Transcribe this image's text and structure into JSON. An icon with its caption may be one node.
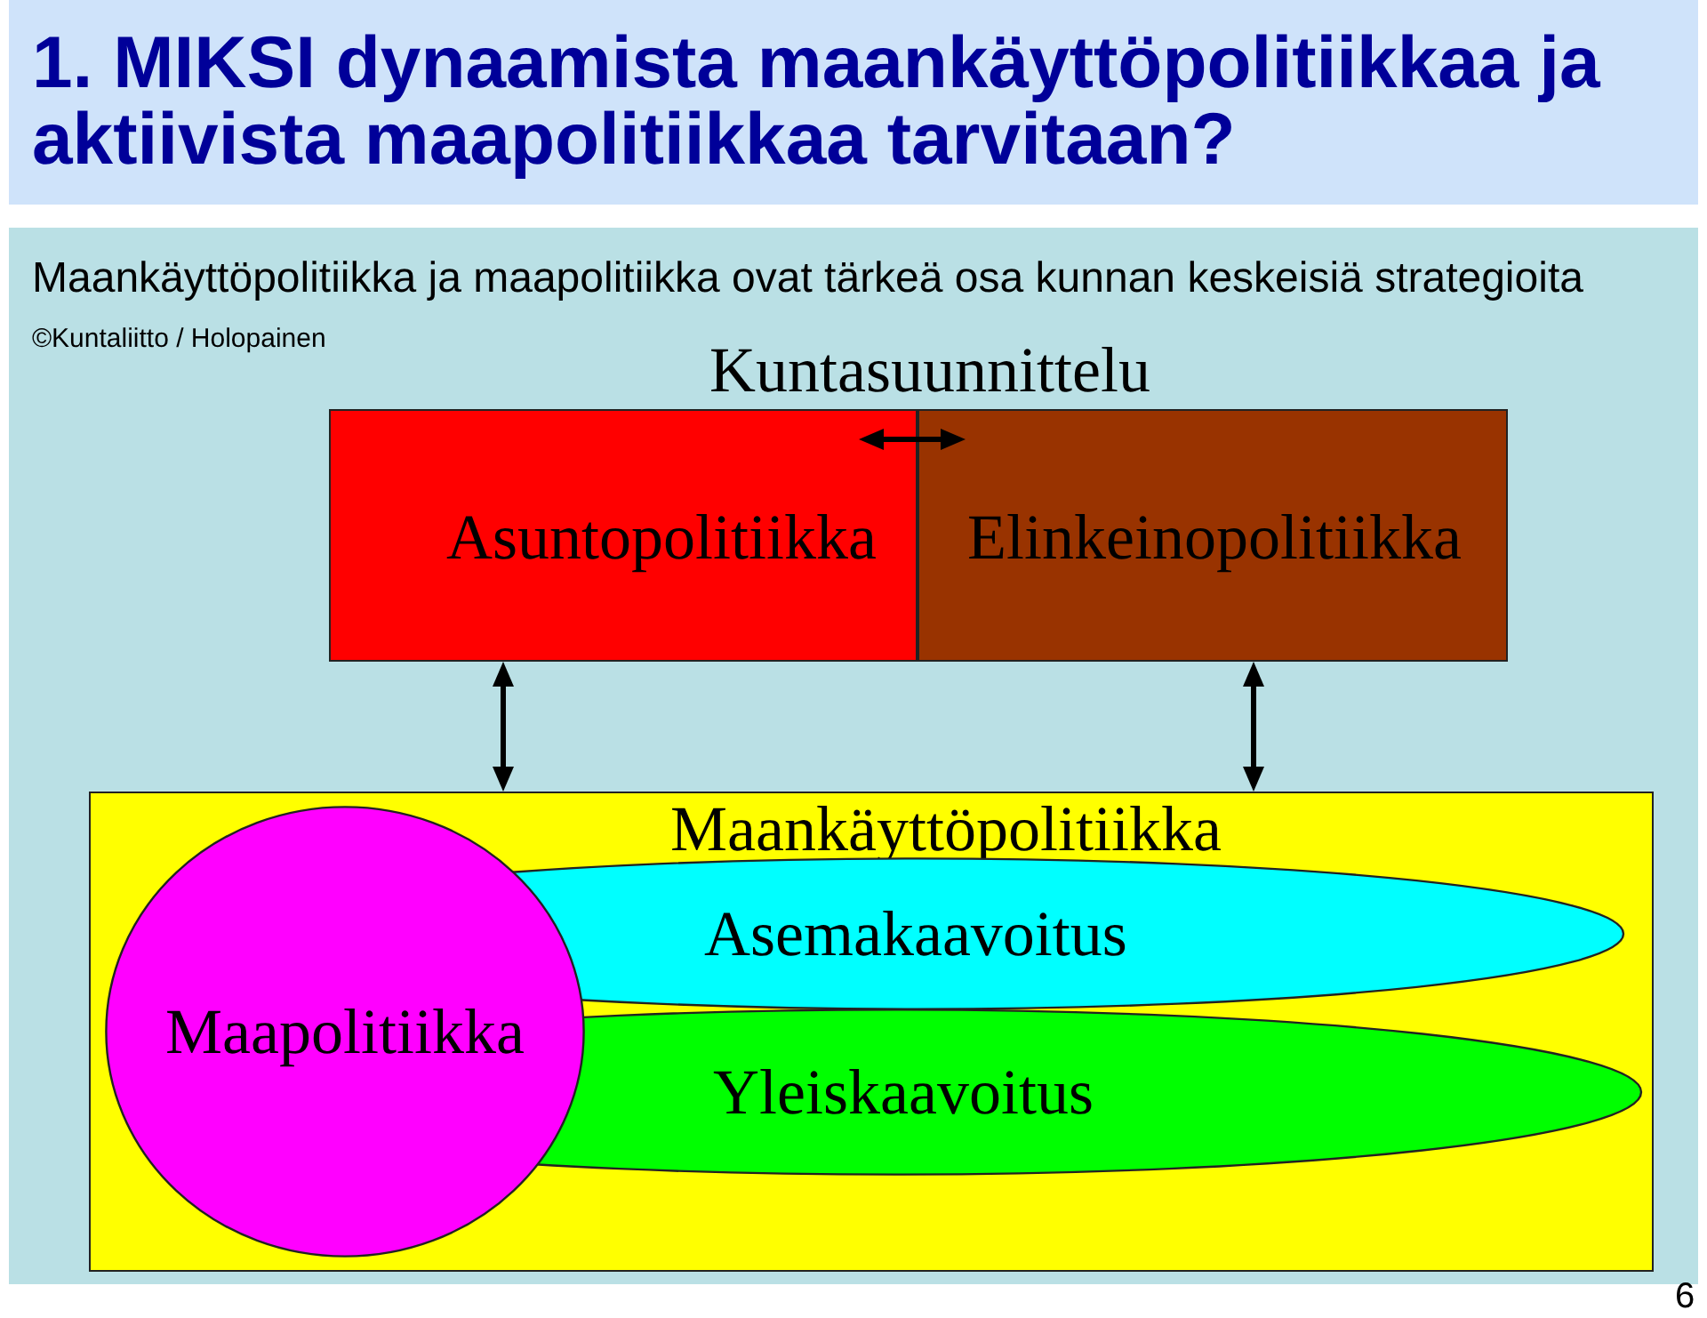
{
  "diagram": {
    "title": "1. MIKSI dynaamista maankäyttöpolitiikkaa ja aktiivista maapolitiikkaa tarvitaan?",
    "nodes": [
      {
        "text": [
          "Asuntopolitiikka"
        ]
      },
      {
        "text": [
          "Elinkeinopolitiikka"
        ]
      },
      {
        "text": [
          "Maankäyttöpolitiikka"
        ]
      },
      {
        "text": [
          "Maapolitiikka"
        ],
        "in": 2
      },
      {
        "text": [
          "Asemakaavoitus"
        ],
        "in": 2
      },
      {
        "text": [
          "Yleiskaavoitus"
        ],
        "in": 2
      }
    ],
    "edges": [
      {
        "from": 0,
        "to": 1,
        "arrow": "both"
      },
      {
        "from": 0,
        "to": 2,
        "arrow": "both"
      },
      {
        "from": 1,
        "to": 2,
        "arrow": "both"
      }
    ],
    "labels": [
      "Maankäyttöpolitiikka ja maapolitiikka ovat tärkeä osa kunnan keskeisiä strategioita",
      "©Kuntaliitto / Holopainen",
      "Kuntasuunnittelu",
      "6"
    ]
  }
}
